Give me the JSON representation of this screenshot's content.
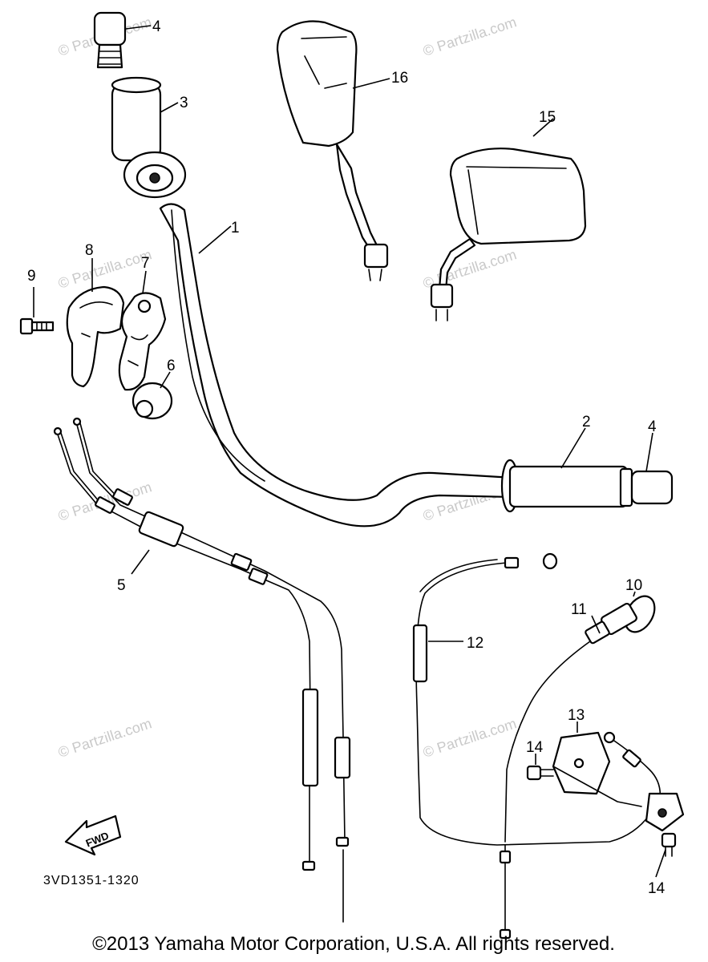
{
  "watermark": "© Partzilla.com",
  "diagram_code": "3VD1351-1320",
  "direction_label": "FWD",
  "copyright": "©2013  Yamaha Motor Corporation, U.S.A. All rights reserved.",
  "callouts": [
    "1",
    "2",
    "3",
    "4",
    "4",
    "5",
    "6",
    "7",
    "8",
    "9",
    "10",
    "11",
    "12",
    "13",
    "14",
    "14",
    "15",
    "16"
  ]
}
